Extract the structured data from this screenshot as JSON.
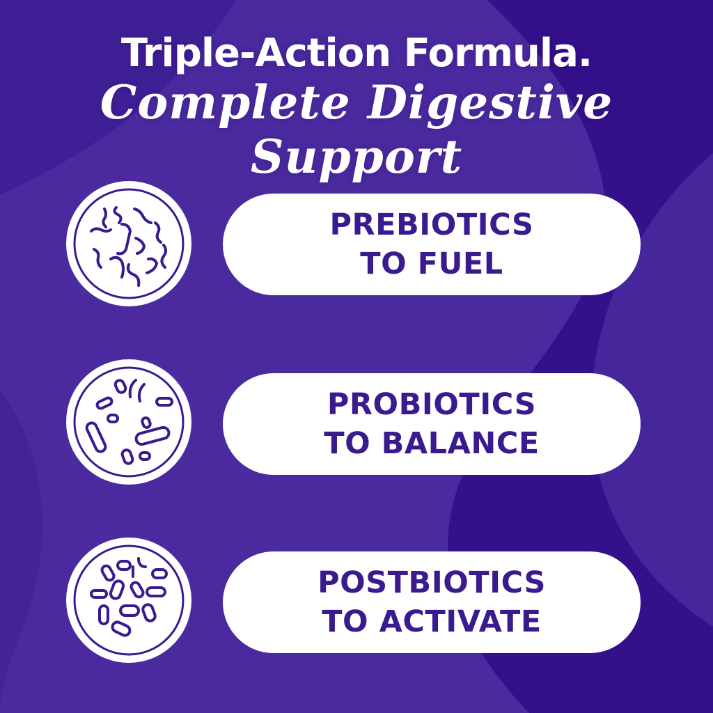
{
  "headline": "Triple-Action Formula.",
  "tagline": "Complete Digestive Support",
  "colors": {
    "background": "#4a2a9e",
    "background_dark": "#34108a",
    "pill": "#ffffff",
    "text_accent": "#3a1a8f"
  },
  "features": [
    {
      "icon": "bacteria-strands-icon",
      "line1": "PREBIOTICS",
      "line2": "TO FUEL"
    },
    {
      "icon": "bacteria-rods-icon",
      "line1": "PROBIOTICS",
      "line2": "TO BALANCE"
    },
    {
      "icon": "bacteria-capsules-icon",
      "line1": "POSTBIOTICS",
      "line2": "TO ACTIVATE"
    }
  ]
}
